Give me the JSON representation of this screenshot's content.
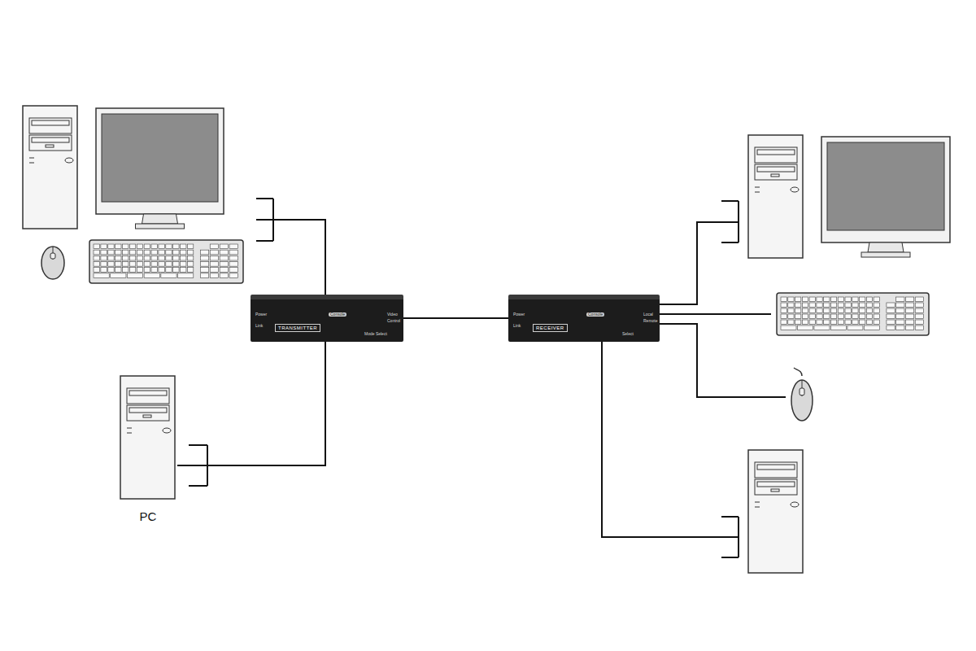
{
  "diagram": {
    "nodes": [
      {
        "text": [
          "Power",
          "Link",
          "TRANSMITTER",
          "Console",
          "Mode Select",
          "Video",
          "Control"
        ]
      },
      {
        "text": [
          "PC"
        ]
      },
      {
        "text": [
          "Power",
          "Link",
          "RECEIVER",
          "Console",
          "Select",
          "Local",
          "Remote"
        ]
      }
    ],
    "edges": [
      {
        "from": 1,
        "to": 0,
        "arrow": "none"
      },
      {
        "from": 0,
        "to": 2,
        "arrow": "none"
      }
    ]
  }
}
